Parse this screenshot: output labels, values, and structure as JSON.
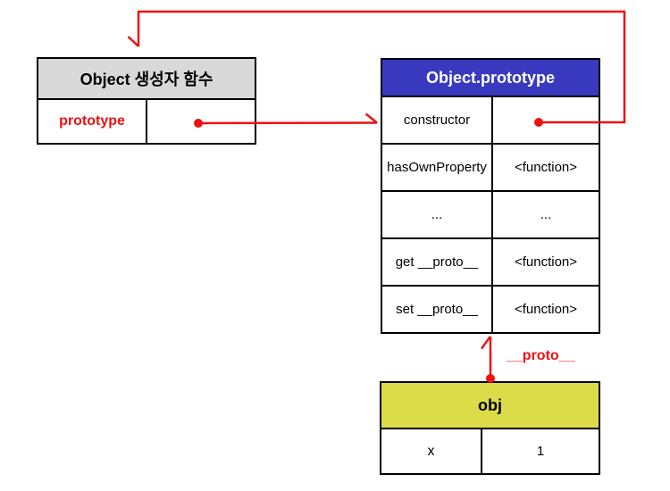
{
  "boxes": {
    "constructor_function": {
      "title": "Object 생성자 함수",
      "rows": [
        {
          "key": "prototype",
          "value": ""
        }
      ]
    },
    "object_prototype": {
      "title": "Object.prototype",
      "rows": [
        {
          "key": "constructor",
          "value": ""
        },
        {
          "key": "hasOwnProperty",
          "value": "<function>"
        },
        {
          "key": "...",
          "value": "..."
        },
        {
          "key": "get __proto__",
          "value": "<function>"
        },
        {
          "key": "set __proto__",
          "value": "<function>"
        }
      ]
    },
    "obj": {
      "title": "obj",
      "rows": [
        {
          "key": "x",
          "value": "1"
        }
      ]
    }
  },
  "labels": {
    "proto_link": "__proto__"
  },
  "colors": {
    "arrow_red": "#ee1111",
    "prototype_header_blue": "#3939c0",
    "constructor_header_gray": "#d9d9d9",
    "obj_header_yellow": "#dcdc48",
    "border_black": "#000000",
    "background": "#ffffff"
  }
}
